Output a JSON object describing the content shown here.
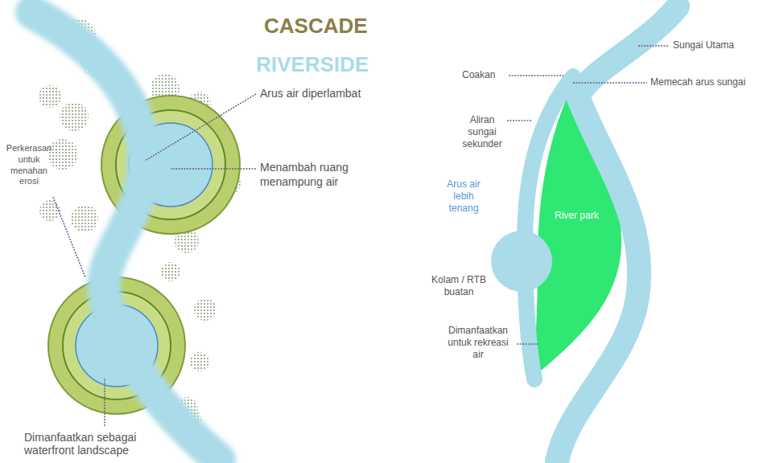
{
  "diagram": {
    "nodes": [
      {
        "text": [
          "River park"
        ]
      }
    ],
    "labels": [
      "CASCADE",
      "RIVERSIDE",
      "Arus air diperlambat",
      "Menambah ruang menampung air",
      "Perkerasan untuk menahan erosi",
      "Dimanfaatkan sebagai waterfront landscape",
      "Sungai Utama",
      "Coakan",
      "Memecah arus sungai",
      "Aliran sungai sekunder",
      "Arus air lebih tenang",
      "Kolam / RTB buatan",
      "Dimanfaatkan untuk rekreasi air"
    ]
  }
}
